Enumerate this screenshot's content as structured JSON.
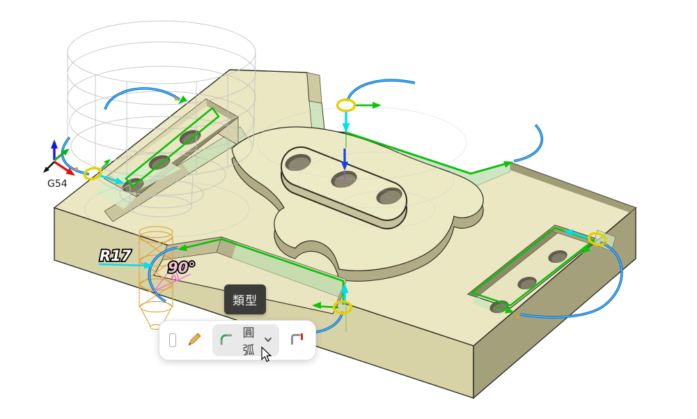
{
  "viewport": {
    "wcs_label": "G54",
    "annotations": {
      "radius_label": "R17",
      "angle_label": "90°"
    }
  },
  "tooltip": {
    "text": "類型"
  },
  "toolbar": {
    "checkbox": {
      "checked": false,
      "icon": "checkbox-unchecked"
    },
    "edit": {
      "icon": "pencil-icon"
    },
    "type_button": {
      "label": "圓弧",
      "icon": "arc-corner-icon",
      "chevron_icon": "chevron-down-icon",
      "state": "hovered"
    },
    "secondary_type": {
      "icon": "arc-corner-red-icon"
    }
  },
  "colors": {
    "toolpath_green": "#0abf0a",
    "lead_arc_blue": "#0e66cc",
    "rapid_cyan": "#00e0ea",
    "marker_yellow": "#e6cf00",
    "dimension_magenta": "#ee6fd6",
    "tool_ghost_orange": "#e0a23c",
    "body_cream": "#eae7c2",
    "selected_face_green": "#cde7c4",
    "tooltip_bg": "#3b3b3a"
  }
}
